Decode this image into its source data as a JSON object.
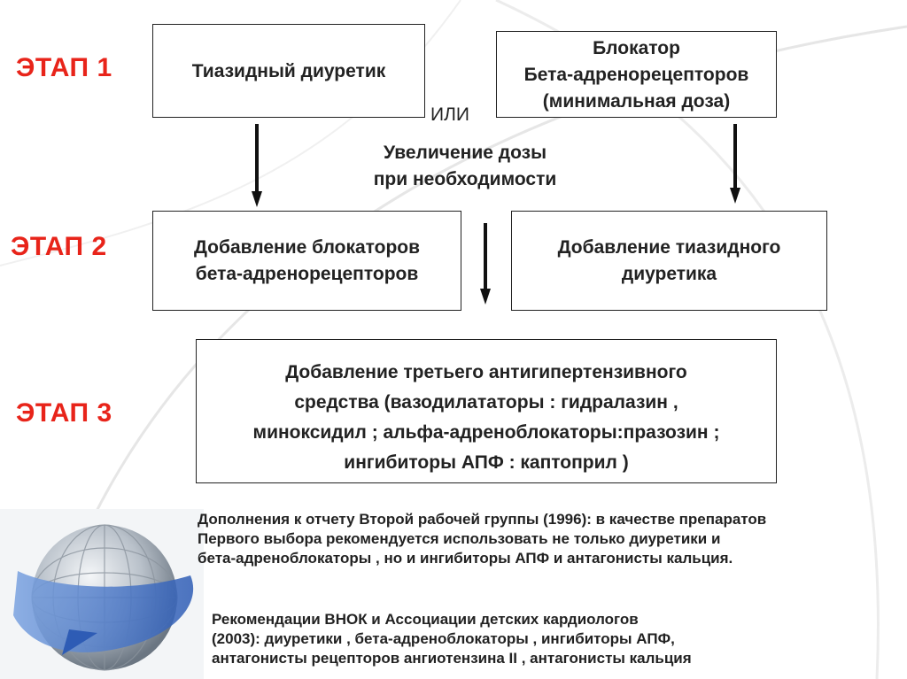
{
  "stages": {
    "stage1": "ЭТАП 1",
    "stage2": "ЭТАП 2",
    "stage3": "ЭТАП 3"
  },
  "step1": {
    "left_box": [
      "Тиазидный диуретик"
    ],
    "right_box": [
      "Блокатор",
      "Бета-адренорецепторов",
      "(минимальная доза)"
    ],
    "or_label": "ИЛИ",
    "dose_note": [
      "Увеличение дозы",
      "при необходимости"
    ]
  },
  "step2": {
    "left_box": [
      "Добавление  блокаторов",
      "бета-адренорецепторов"
    ],
    "right_box": [
      "Добавление тиазидного",
      "диуретика"
    ]
  },
  "step3": {
    "box": [
      "Добавление третьего антигипертензивного",
      "средства (вазодилататоры : гидралазин ,",
      "миноксидил ; альфа-адреноблокаторы:празозин ;",
      "ингибиторы АПФ : каптоприл )"
    ]
  },
  "notes": {
    "note1": [
      "Дополнения к отчету Второй рабочей группы (1996): в качестве препаратов",
      "Первого выбора рекомендуется использовать не только диуретики и",
      "бета-адреноблокаторы , но и ингибиторы АПФ и антагонисты кальция."
    ],
    "note2": [
      "Рекомендации  ВНОК и Ассоциации детских кардиологов",
      "(2003): диуретики , бета-адреноблокаторы , ингибиторы АПФ,",
      "антагонисты рецепторов ангиотензина II , антагонисты кальция"
    ]
  },
  "colors": {
    "stage_label": "#e8241a",
    "text": "#222222",
    "globe_ring": "#3d6fc4"
  },
  "icons": {
    "decor": "globe-with-arrow-icon"
  }
}
